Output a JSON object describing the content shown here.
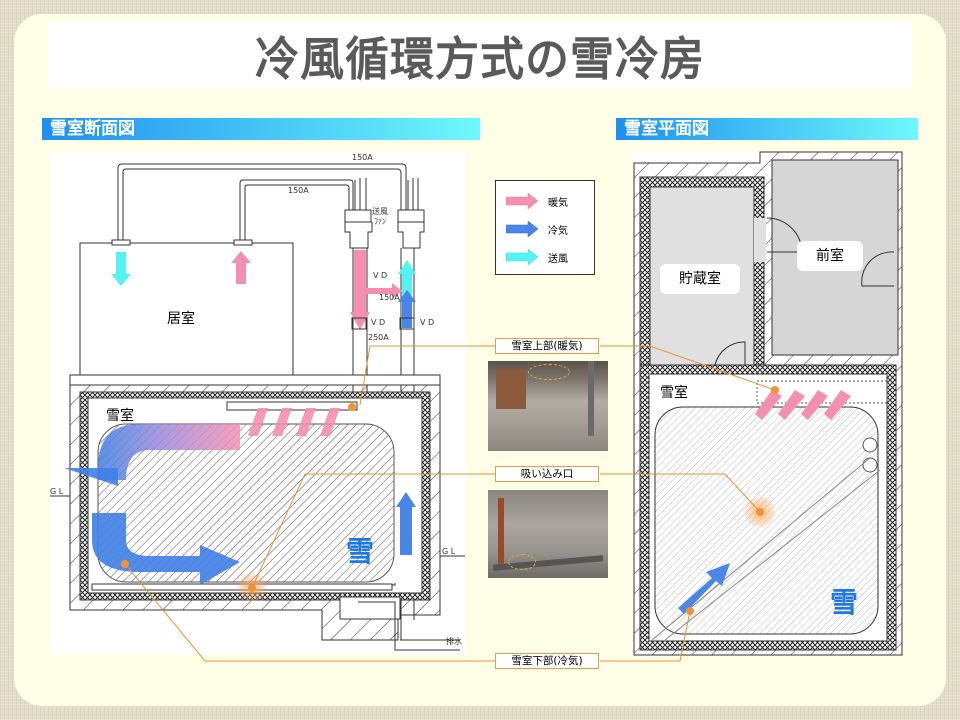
{
  "title": "冷風循環方式の雪冷房",
  "sections": {
    "cross_section": "雪室断面図",
    "floor_plan": "雪室平面図"
  },
  "legend": [
    {
      "label": "暖気",
      "color": "#f48fb1"
    },
    {
      "label": "冷気",
      "color": "#4a86e8"
    },
    {
      "label": "送風",
      "color": "#55f2f2"
    }
  ],
  "cross_section": {
    "rooms": {
      "living": "居室",
      "snow_room": "雪室",
      "snow": "雪"
    },
    "pipe_labels": {
      "top": "150A",
      "second": "150A",
      "fan_line1": "送風",
      "fan_line2": "ﾌｧﾝ",
      "vd1": "V D",
      "vd_branch": "150A",
      "vd2": "V D",
      "vd3": "V D",
      "duct": "250A"
    },
    "ground_label_left": "G L",
    "ground_label_right": "G L",
    "drain_label": "排水"
  },
  "callouts": {
    "upper": "雪室上部(暖気)",
    "intake": "吸い込み口",
    "lower": "雪室下部(冷気)"
  },
  "floor_plan": {
    "rooms": {
      "storage": "貯蔵室",
      "anteroom": "前室",
      "snow_room": "雪室",
      "snow": "雪"
    }
  },
  "colors": {
    "warm": "#f48fb1",
    "cold": "#4a86e8",
    "fan": "#55f2f2",
    "callout_line": "#e8913a",
    "title_text": "#5a5a5a"
  }
}
